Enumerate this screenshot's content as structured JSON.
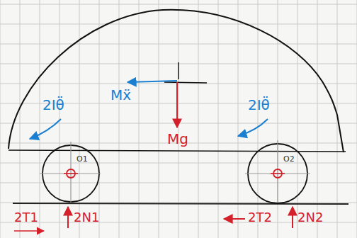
{
  "diagram": {
    "labels": [
      "2Iθ̈",
      "Mẍ",
      "2Iθ̈",
      "Mg",
      "O1",
      "O2",
      "2T1",
      "2N1",
      "2T2",
      "2N2"
    ]
  }
}
